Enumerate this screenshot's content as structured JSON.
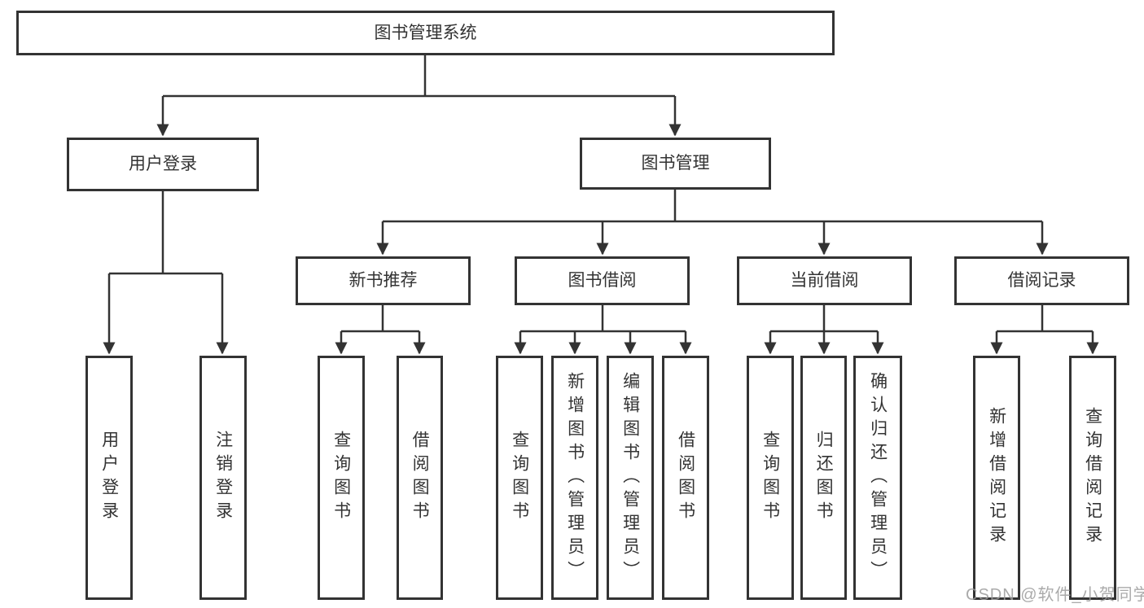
{
  "tree": {
    "root": {
      "label": "图书管理系统"
    },
    "user_login": {
      "label": "用户登录",
      "children": [
        {
          "label": "用户登录"
        },
        {
          "label": "注销登录"
        }
      ]
    },
    "book_mgmt": {
      "label": "图书管理",
      "sections": [
        {
          "label": "新书推荐",
          "children": [
            {
              "label": "查询图书"
            },
            {
              "label": "借阅图书"
            }
          ]
        },
        {
          "label": "图书借阅",
          "children": [
            {
              "label": "查询图书"
            },
            {
              "label": "新增图书（管理员）"
            },
            {
              "label": "编辑图书（管理员）"
            },
            {
              "label": "借阅图书"
            }
          ]
        },
        {
          "label": "当前借阅",
          "children": [
            {
              "label": "查询图书"
            },
            {
              "label": "归还图书"
            },
            {
              "label": "确认归还（管理员）"
            }
          ]
        },
        {
          "label": "借阅记录",
          "children": [
            {
              "label": "新增借阅记录"
            },
            {
              "label": "查询借阅记录"
            }
          ]
        }
      ]
    }
  },
  "watermark": {
    "text": "CSDN @软件_小贺同学"
  },
  "colors": {
    "line": "#333333",
    "box_border": "#333333",
    "text": "#333333",
    "background": "#ffffff",
    "watermark": "#9c9c9c"
  }
}
